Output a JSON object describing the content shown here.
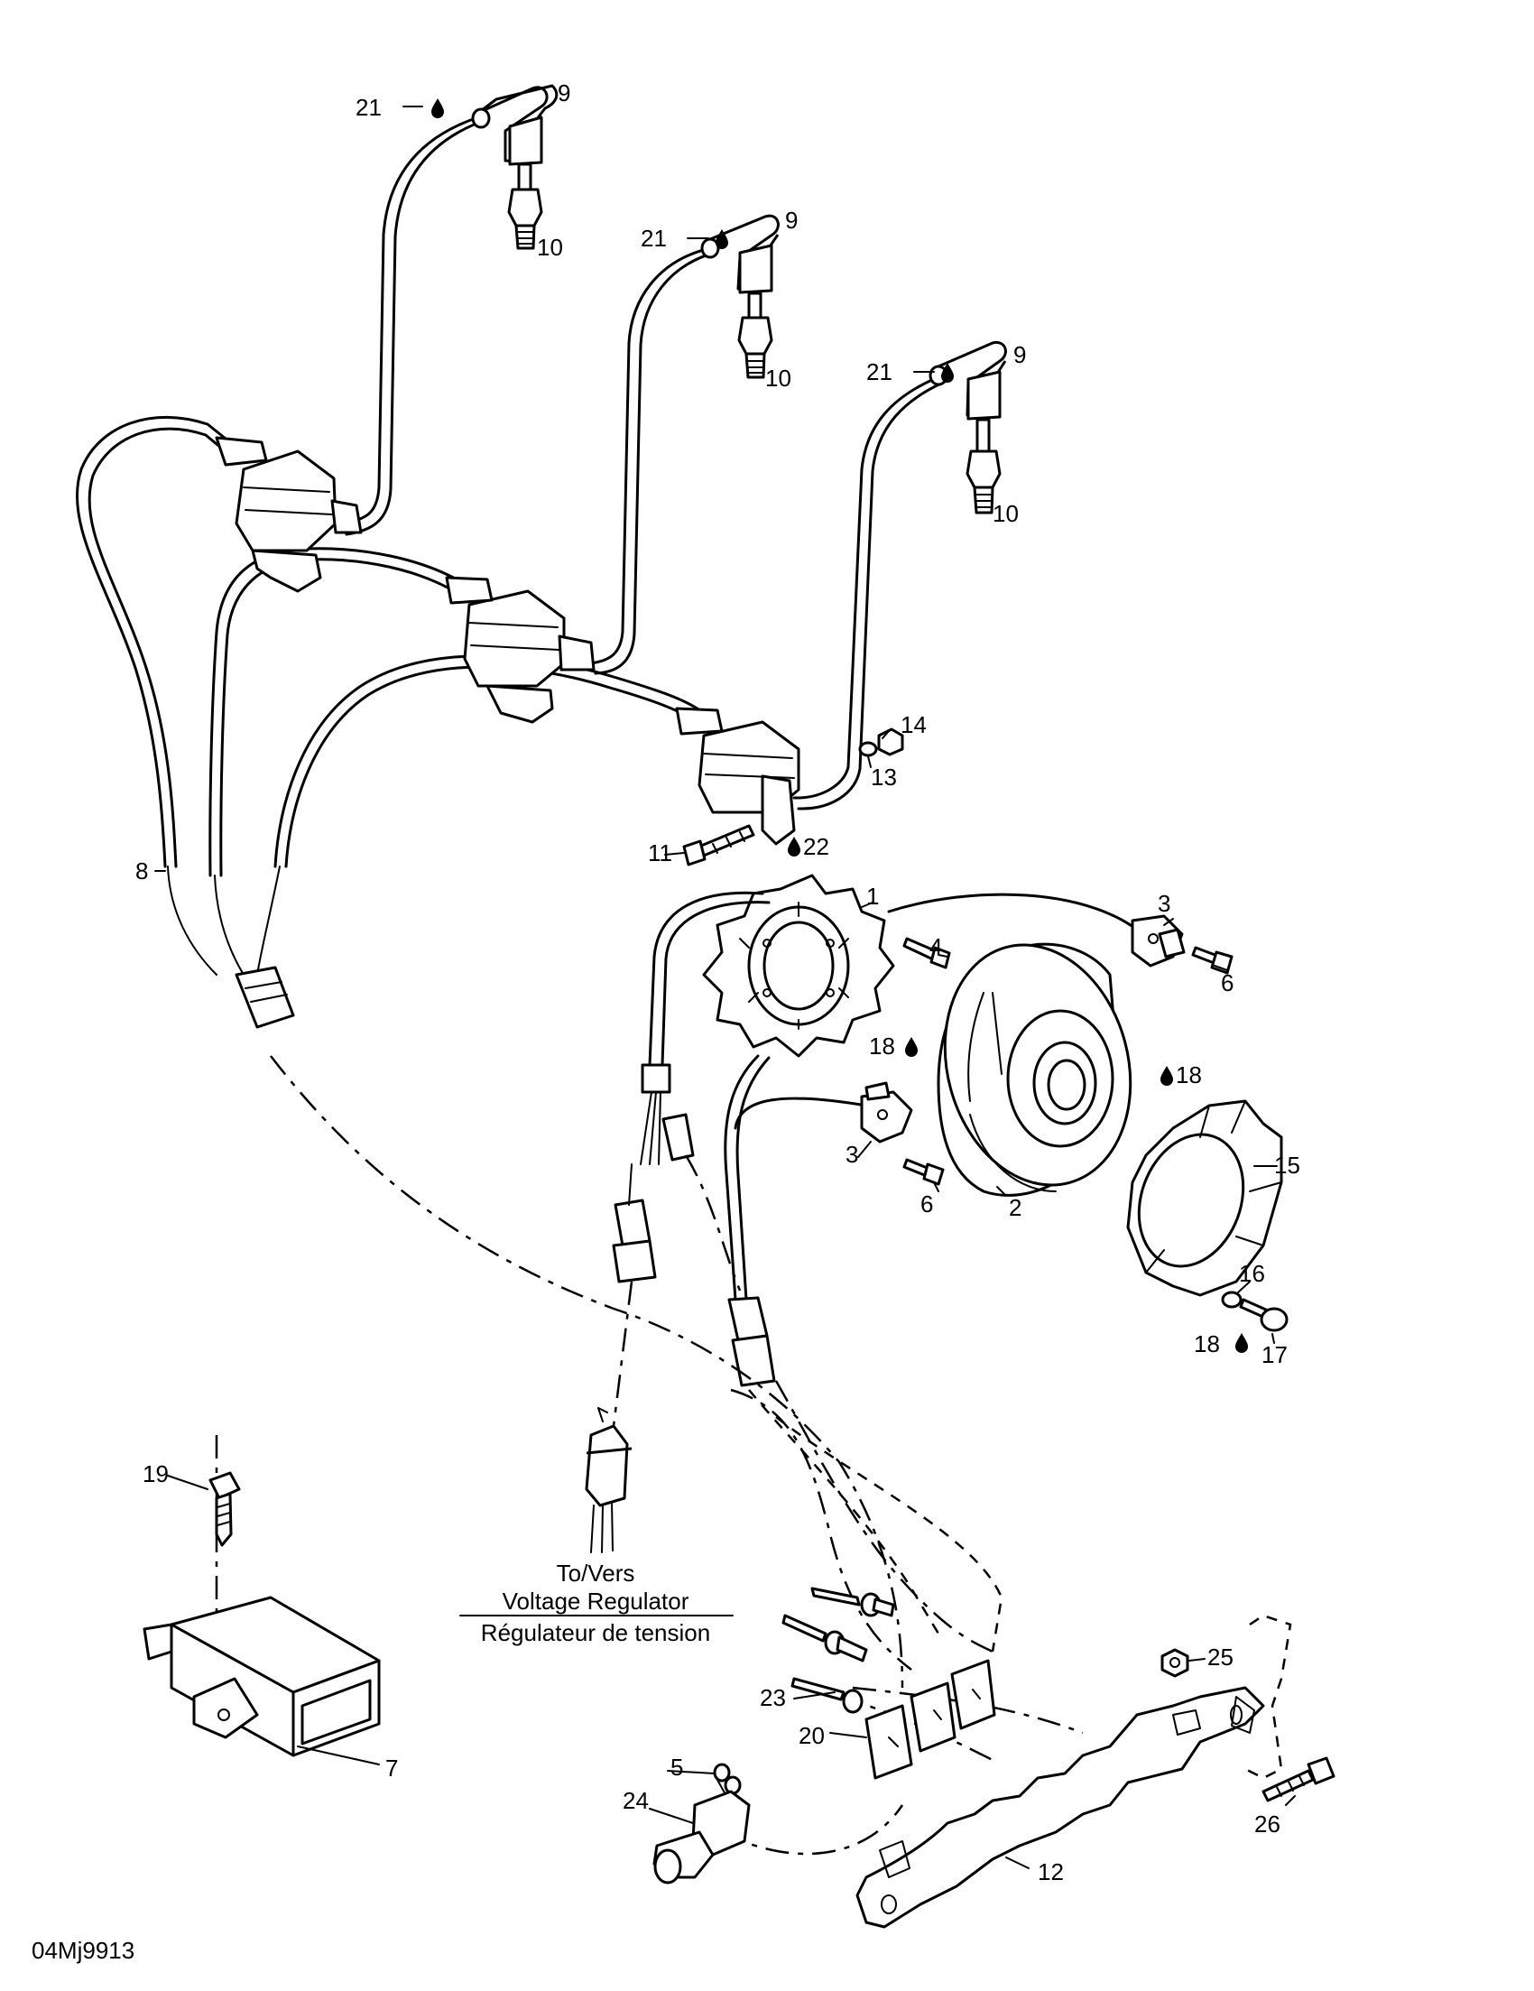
{
  "reference_code": "04Mj9913",
  "callouts": {
    "c1": "1",
    "c2": "2",
    "c3a": "3",
    "c3b": "3",
    "c4": "4",
    "c5": "5",
    "c6a": "6",
    "c6b": "6",
    "c7": "7",
    "c8": "8",
    "c9a": "9",
    "c9b": "9",
    "c9c": "9",
    "c10a": "10",
    "c10b": "10",
    "c10c": "10",
    "c11": "11",
    "c12": "12",
    "c13": "13",
    "c14": "14",
    "c15": "15",
    "c16": "16",
    "c17": "17",
    "c18a": "18",
    "c18b": "18",
    "c18c": "18",
    "c19": "19",
    "c20": "20",
    "c21a": "21",
    "c21b": "21",
    "c21c": "21",
    "c22": "22",
    "c23": "23",
    "c24": "24",
    "c25": "25",
    "c26": "26"
  },
  "annotation": {
    "line1": "To/Vers",
    "line2": "Voltage Regulator",
    "line3": "Régulateur de tension"
  },
  "icons": {
    "drop": "lubricant-drop-icon"
  }
}
